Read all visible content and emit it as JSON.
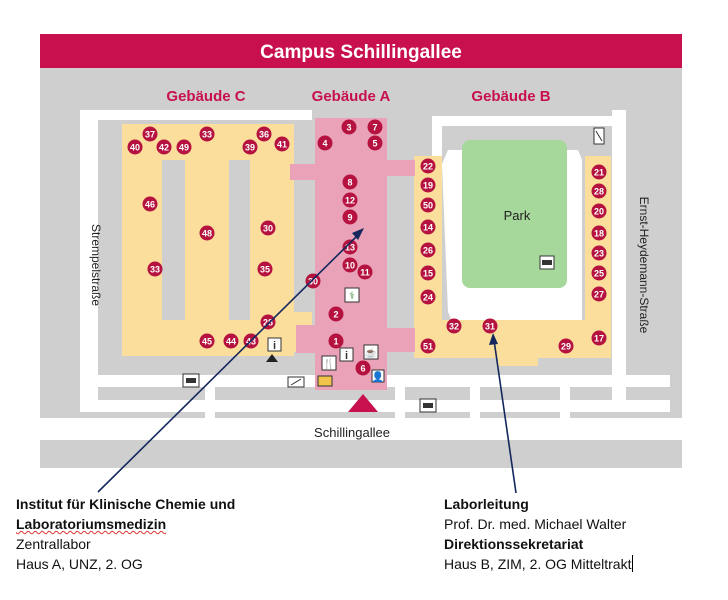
{
  "map": {
    "title": "Campus Schillingallee",
    "building_labels": {
      "c": "Gebäude C",
      "a": "Gebäude A",
      "b": "Gebäude B"
    },
    "park_label": "Park",
    "streets": {
      "left": "Strempelstraße",
      "right": "Ernst-Heydemann-Straße",
      "bottom": "Schillingallee"
    },
    "colors": {
      "header": "#c8104f",
      "building_a": "#e9a2b8",
      "building_yellow": "#fbdd9c",
      "park": "#a6d89b",
      "ground": "#cfcfcf",
      "road": "#ffffff",
      "marker": "#b5123f",
      "arrow": "#14285e"
    },
    "markers": {
      "c": [
        "37",
        "33",
        "36",
        "40",
        "42",
        "49",
        "39",
        "41",
        "46",
        "48",
        "30",
        "33",
        "35",
        "28",
        "45",
        "44",
        "43"
      ],
      "a": [
        "3",
        "7",
        "4",
        "5",
        "8",
        "12",
        "9",
        "13",
        "10",
        "11",
        "30",
        "2",
        "1",
        "6"
      ],
      "b": [
        "22",
        "19",
        "50",
        "14",
        "26",
        "15",
        "24",
        "32",
        "31",
        "51",
        "21",
        "28",
        "20",
        "18",
        "23",
        "25",
        "27",
        "29",
        "17"
      ]
    },
    "icons": [
      "info-icon",
      "entrance-arrow-icon",
      "parking-icon",
      "bicycle-icon",
      "cafeteria-icon",
      "restaurant-icon",
      "atm-icon",
      "pharmacy-icon",
      "person-icon"
    ]
  },
  "info_left": {
    "line1": "Institut für Klinische Chemie und",
    "line2": "Laboratoriumsmedizin",
    "line3": "Zentrallabor",
    "line4": "Haus A, UNZ, 2. OG"
  },
  "info_right": {
    "line1": "Laborleitung",
    "line2": "Prof. Dr. med. Michael Walter",
    "line3": "Direktionssekretariat",
    "line4": "Haus B, ZIM, 2. OG Mitteltrakt"
  }
}
